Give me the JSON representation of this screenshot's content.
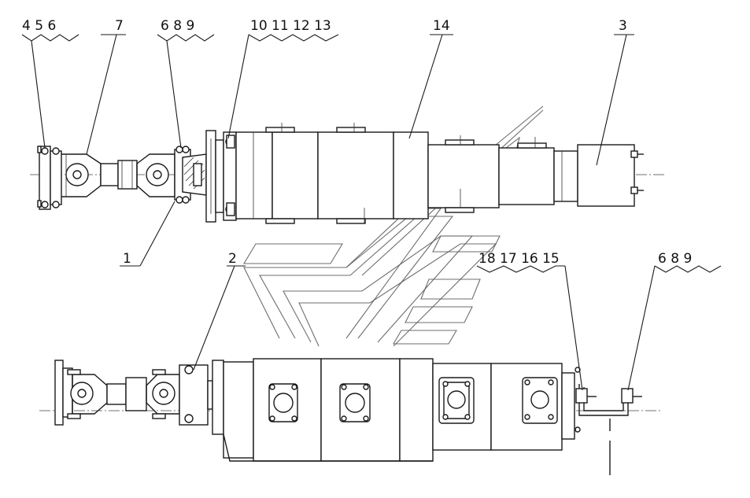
{
  "callouts": {
    "c_4_5_6": "4 5 6",
    "c_7": "7",
    "c_6_8_9_top": "6 8 9",
    "c_10_11_12_13": "10 11 12 13",
    "c_14": "14",
    "c_3": "3",
    "c_1": "1",
    "c_2": "2",
    "c_18_17_16_15": "18 17 16 15",
    "c_6_8_9_right": "6 8 9"
  }
}
